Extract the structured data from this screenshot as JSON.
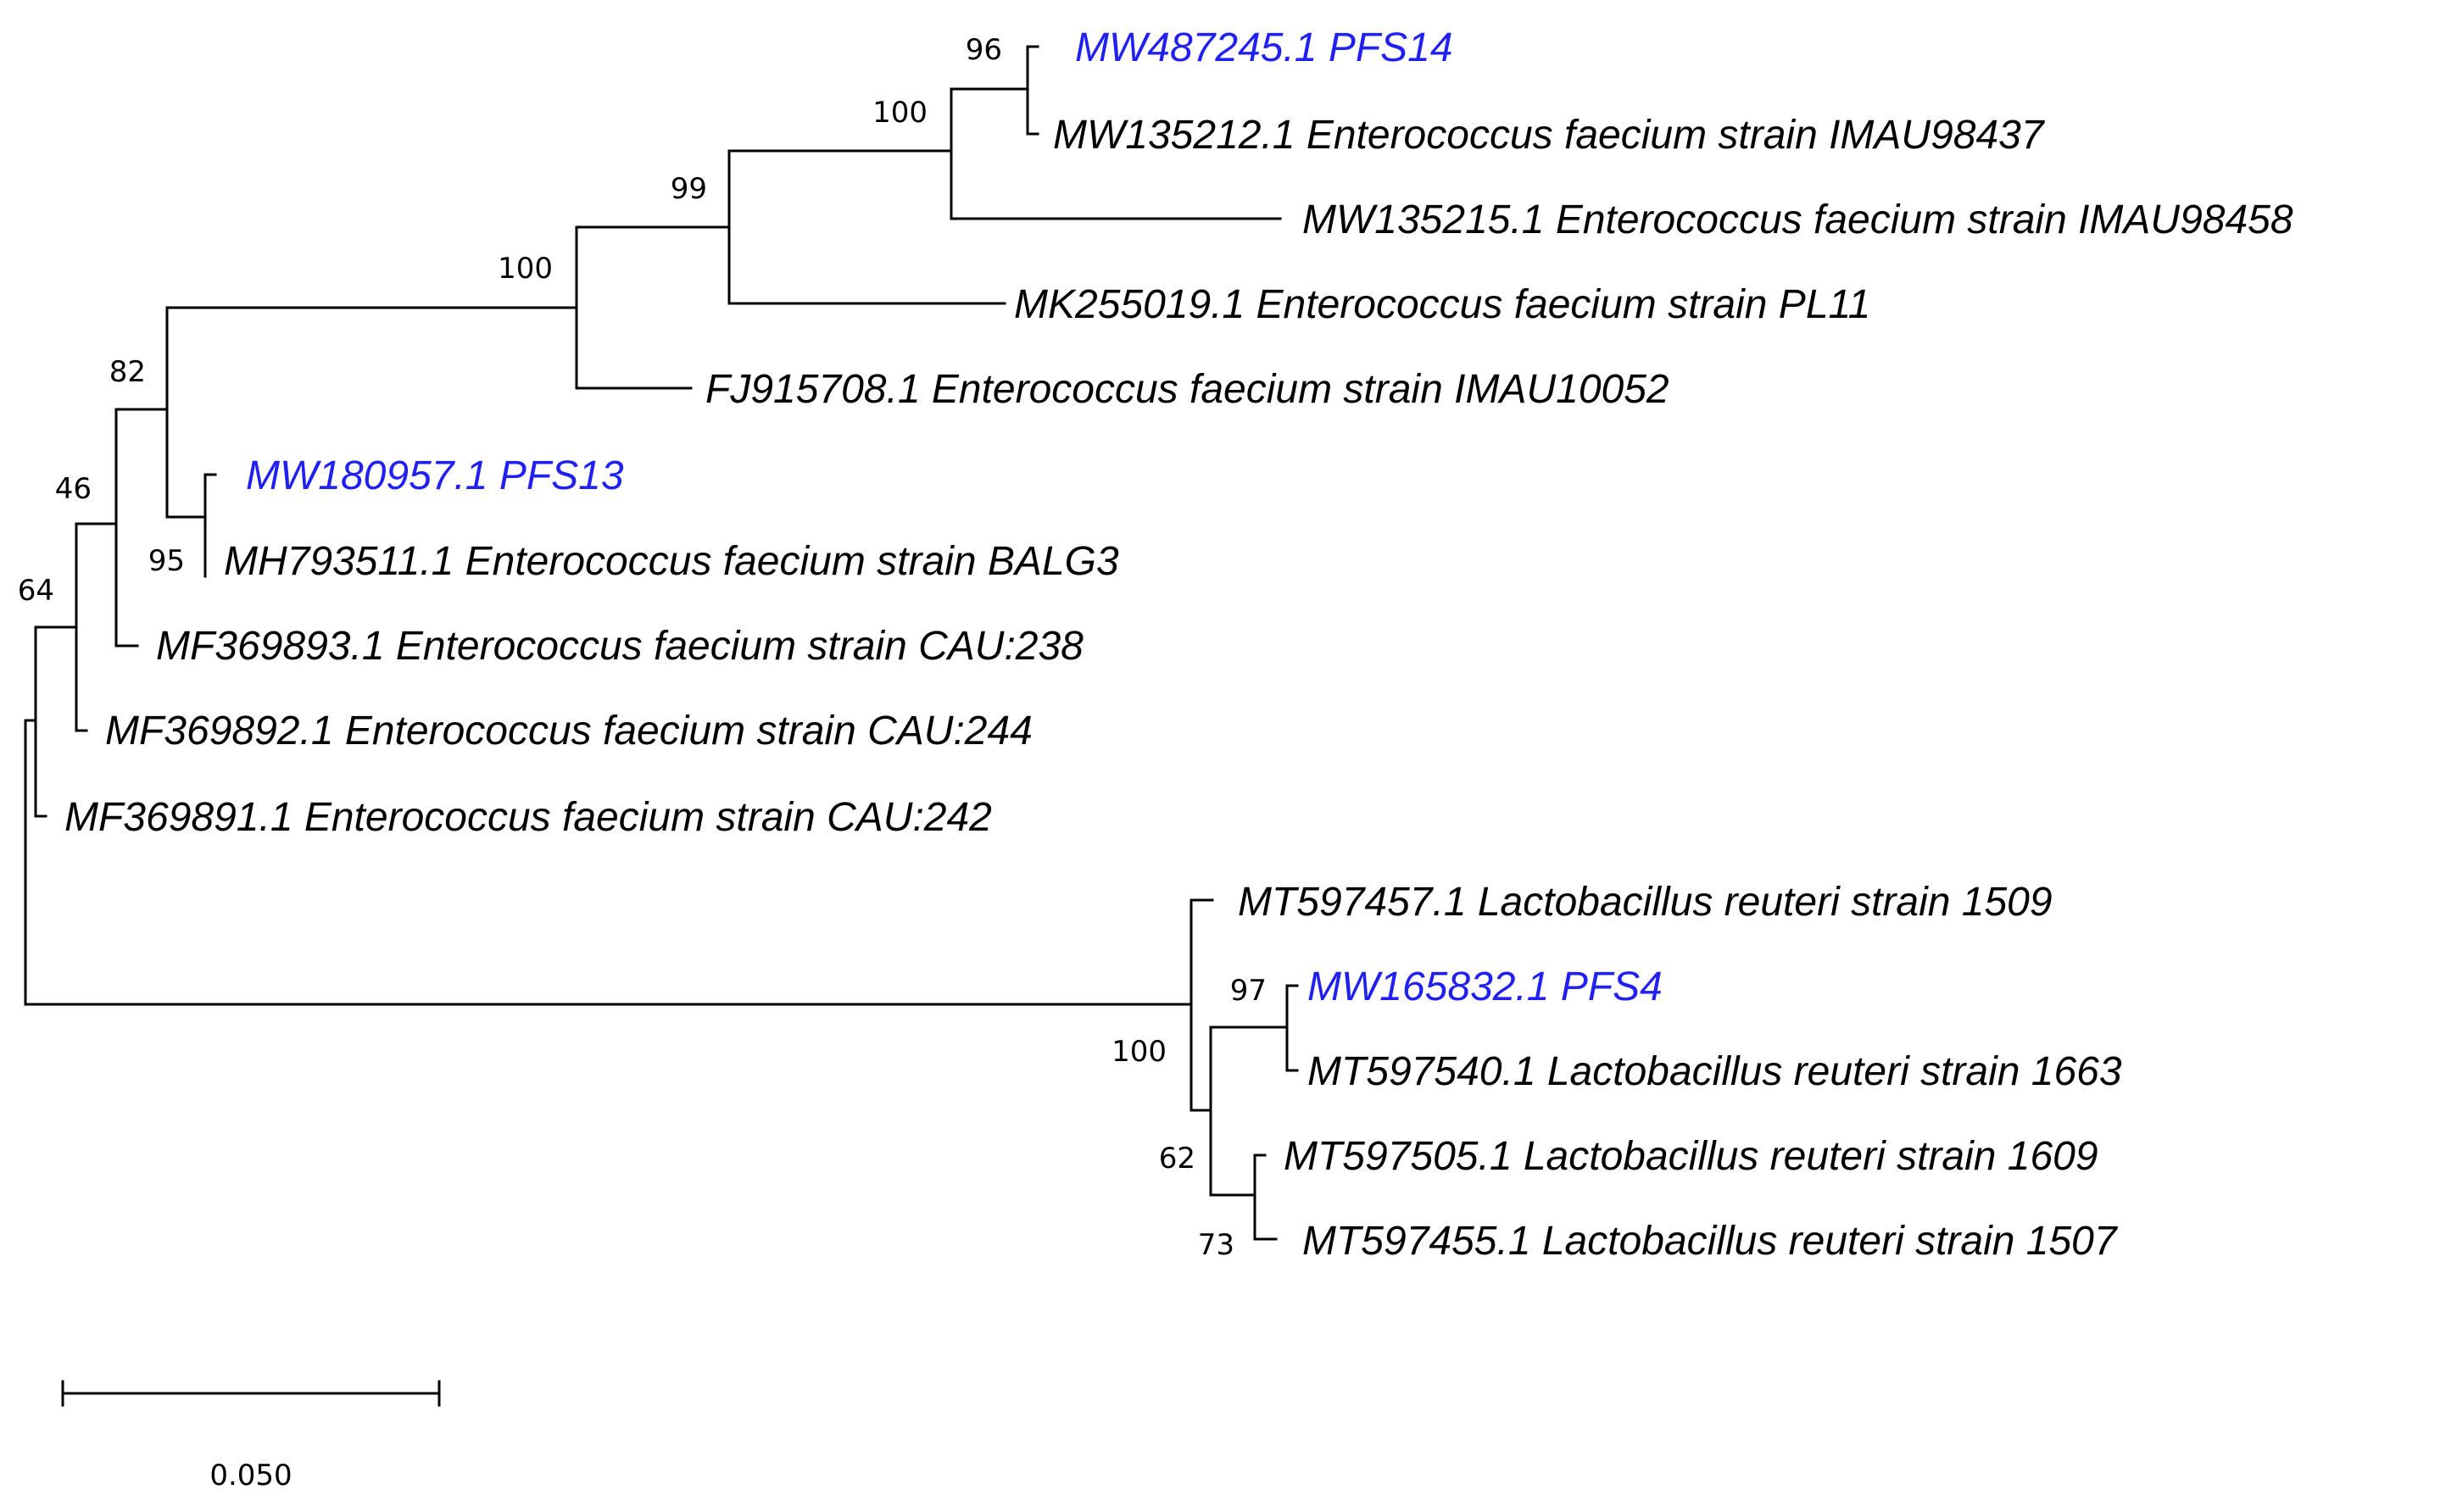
{
  "colors": {
    "highlight": "#2020f0",
    "default": "#000000"
  },
  "taxa": [
    {
      "label": "MW487245.1 PFS14",
      "highlight": true
    },
    {
      "label": "MW135212.1 Enterococcus faecium strain IMAU98437",
      "highlight": false
    },
    {
      "label": "MW135215.1 Enterococcus faecium strain IMAU98458",
      "highlight": false
    },
    {
      "label": "MK255019.1 Enterococcus faecium strain PL11",
      "highlight": false
    },
    {
      "label": "FJ915708.1 Enterococcus faecium strain IMAU10052",
      "highlight": false
    },
    {
      "label": "MW180957.1 PFS13",
      "highlight": true
    },
    {
      "label": "MH793511.1 Enterococcus faecium strain BALG3",
      "highlight": false
    },
    {
      "label": "MF369893.1 Enterococcus faecium strain CAU:238",
      "highlight": false
    },
    {
      "label": "MF369892.1 Enterococcus faecium strain CAU:244",
      "highlight": false
    },
    {
      "label": "MF369891.1 Enterococcus faecium strain CAU:242",
      "highlight": false
    },
    {
      "label": "MT597457.1 Lactobacillus reuteri strain 1509",
      "highlight": false
    },
    {
      "label": "MW165832.1 PFS4",
      "highlight": true
    },
    {
      "label": "MT597540.1 Lactobacillus reuteri strain 1663",
      "highlight": false
    },
    {
      "label": "MT597505.1 Lactobacillus reuteri strain 1609",
      "highlight": false
    },
    {
      "label": "MT597455.1 Lactobacillus reuteri strain 1507",
      "highlight": false
    }
  ],
  "bootstrap": [
    {
      "node": "pfs14-imau98437",
      "value": "96"
    },
    {
      "node": "clade-imau98458",
      "value": "100"
    },
    {
      "node": "clade-pl11",
      "value": "99"
    },
    {
      "node": "clade-imau10052",
      "value": "100"
    },
    {
      "node": "clade-enterococcus-upper",
      "value": "82"
    },
    {
      "node": "pfs13-balg3",
      "value": "95"
    },
    {
      "node": "clade-cau238",
      "value": "46"
    },
    {
      "node": "clade-cau244",
      "value": "64"
    },
    {
      "node": "pfs4-1663",
      "value": "97"
    },
    {
      "node": "clade-lactobacillus",
      "value": "100"
    },
    {
      "node": "clade-1609-1507-pfs4",
      "value": "62"
    },
    {
      "node": "1609-1507",
      "value": "73"
    }
  ],
  "scale_bar": {
    "label": "0.050"
  }
}
